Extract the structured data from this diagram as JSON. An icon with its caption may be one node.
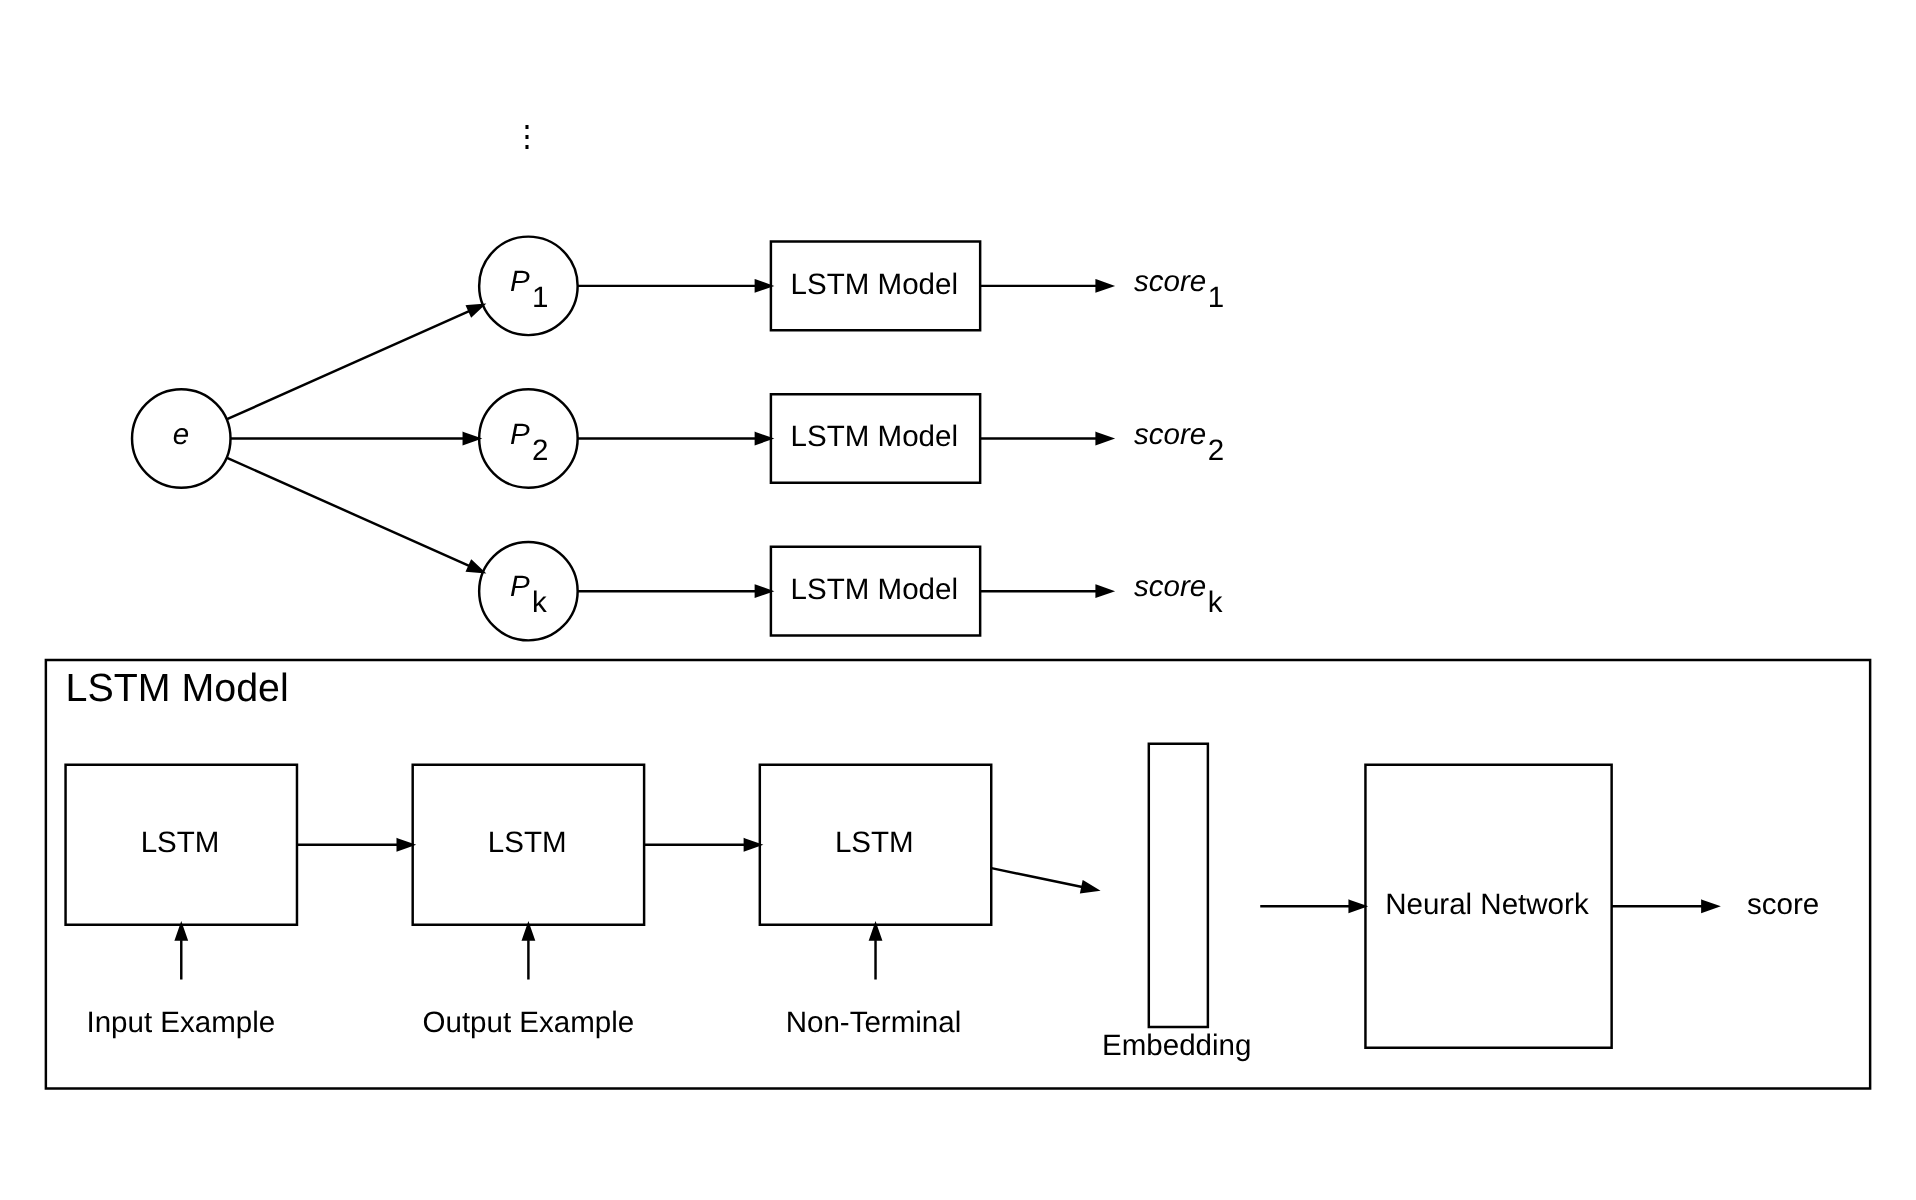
{
  "diagram": {
    "nodes": [
      {
        "text": [
          "LSTM Model"
        ]
      },
      {
        "text": [
          "LSTM"
        ],
        "in": 0
      },
      {
        "text": [
          "LSTM"
        ],
        "in": 0
      },
      {
        "text": [
          "LSTM"
        ],
        "in": 0
      },
      {
        "text": [
          "Embedding"
        ],
        "in": 0
      },
      {
        "text": [
          "Neural Network"
        ],
        "in": 0
      },
      {
        "text": [
          "score"
        ],
        "in": 0
      },
      {
        "text": [
          "Input Example"
        ],
        "in": 0
      },
      {
        "text": [
          "Output Example"
        ],
        "in": 0
      },
      {
        "text": [
          "Non-Terminal"
        ],
        "in": 0
      },
      {
        "text": [
          "*e*"
        ]
      },
      {
        "text": [
          "*P*$_{1}$"
        ]
      },
      {
        "text": [
          "LSTM Model"
        ]
      },
      {
        "text": [
          "*score*$_{1}$"
        ]
      },
      {
        "text": [
          "*P*$_{2}$"
        ]
      },
      {
        "text": [
          "LSTM Model"
        ]
      },
      {
        "text": [
          "*score*$_{2}$"
        ]
      },
      {
        "text": [
          "*P*$_{k}$"
        ]
      },
      {
        "text": [
          "LSTM Model"
        ]
      },
      {
        "text": [
          "*score*$_{k}$"
        ]
      }
    ],
    "edges": [
      {
        "from": 7,
        "to": 1,
        "arrow": "to"
      },
      {
        "from": 8,
        "to": 2,
        "arrow": "to"
      },
      {
        "from": 9,
        "to": 3,
        "arrow": "to"
      },
      {
        "from": 1,
        "to": 2,
        "arrow": "to"
      },
      {
        "from": 2,
        "to": 3,
        "arrow": "to"
      },
      {
        "from": 3,
        "to": 4,
        "arrow": "to"
      },
      {
        "from": 4,
        "to": 5,
        "arrow": "to"
      },
      {
        "from": 5,
        "to": 6,
        "arrow": "to"
      },
      {
        "from": 10,
        "to": 11,
        "arrow": "to"
      },
      {
        "from": 10,
        "to": 14,
        "arrow": "to"
      },
      {
        "from": 10,
        "to": 17,
        "arrow": "to"
      },
      {
        "from": 11,
        "to": 12,
        "arrow": "to"
      },
      {
        "from": 12,
        "to": 13,
        "arrow": "to"
      },
      {
        "from": 14,
        "to": 15,
        "arrow": "to"
      },
      {
        "from": 15,
        "to": 16,
        "arrow": "to"
      },
      {
        "from": 17,
        "to": 18,
        "arrow": "to"
      },
      {
        "from": 18,
        "to": 19,
        "arrow": "to"
      }
    ],
    "labels": [
      "⋮"
    ]
  }
}
